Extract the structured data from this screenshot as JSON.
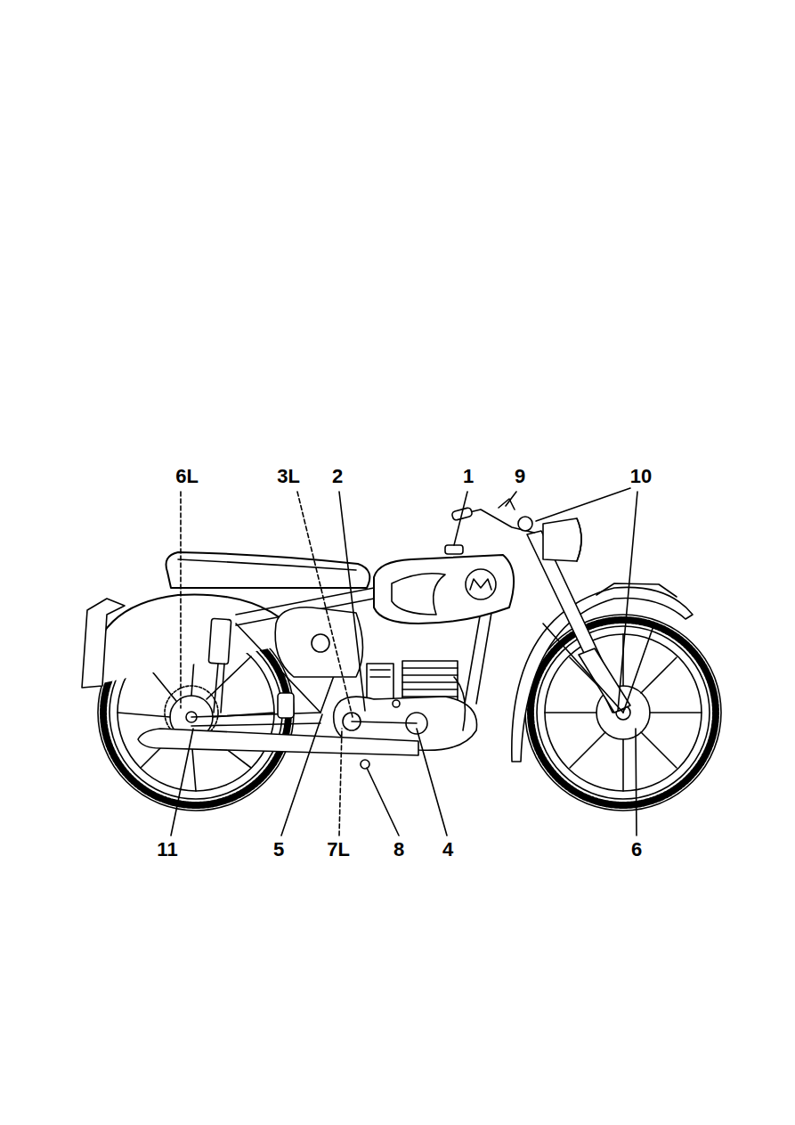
{
  "diagram": {
    "labels": [
      "6L",
      "3L",
      "2",
      "1",
      "9",
      "10",
      "11",
      "5",
      "7L",
      "8",
      "4",
      "6"
    ]
  }
}
